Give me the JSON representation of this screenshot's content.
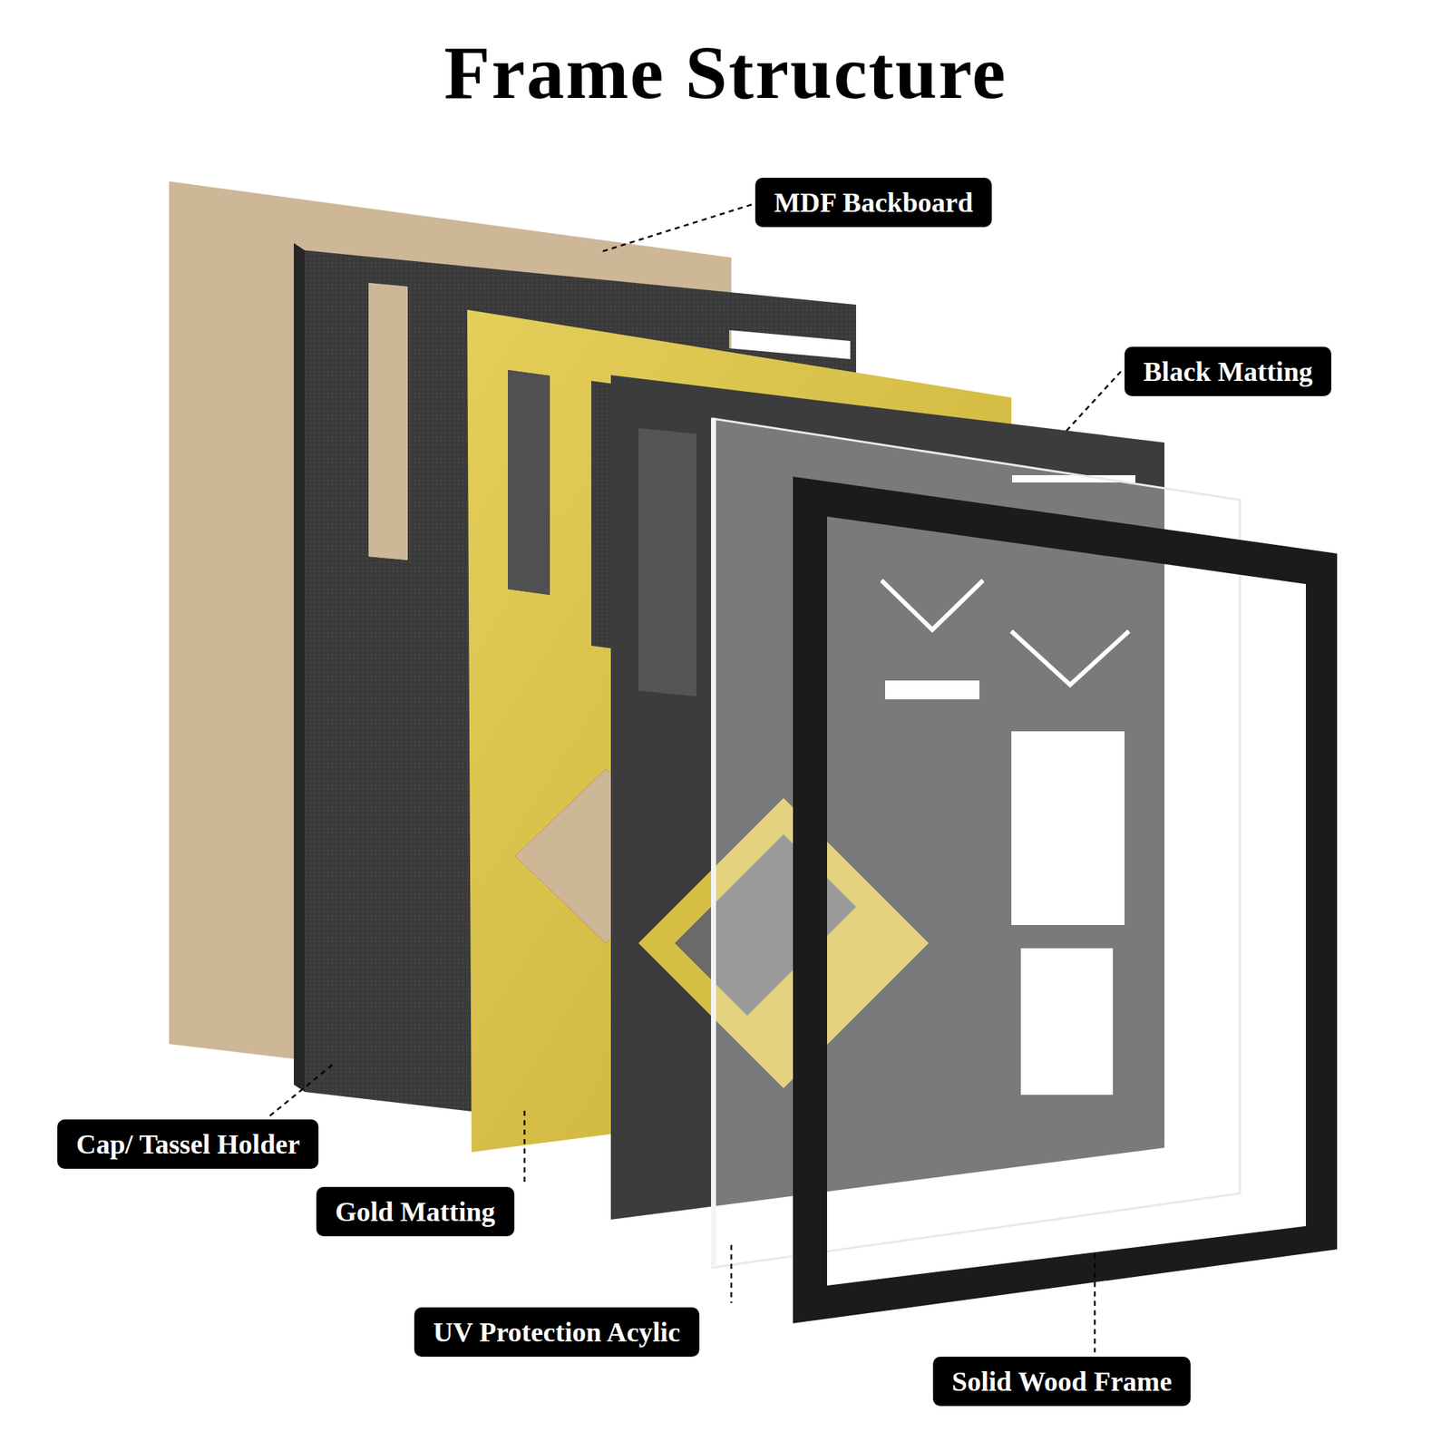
{
  "diagram": {
    "title": "Frame Structure",
    "nodes": [
      {
        "text": [
          "MDF Backboard"
        ]
      },
      {
        "text": [
          "Black Matting"
        ]
      },
      {
        "text": [
          "Cap/ Tassel Holder"
        ]
      },
      {
        "text": [
          "Gold Matting"
        ]
      },
      {
        "text": [
          "UV Protection Acylic"
        ]
      },
      {
        "text": [
          "Solid Wood Frame"
        ]
      }
    ]
  }
}
